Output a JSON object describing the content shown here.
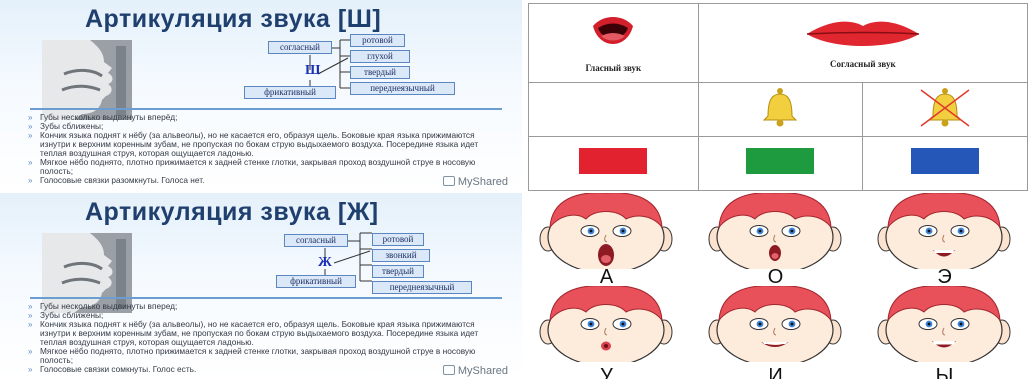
{
  "slides": [
    {
      "title": "Артикуляция звука [Ш]",
      "letter": "Ш",
      "left_boxes": [
        "согласный",
        "фрикативный"
      ],
      "right_boxes": [
        "ротовой",
        "глухой",
        "твердый",
        "переднеязычный"
      ],
      "bullets": [
        "Губы несколько выдвинуты вперёд;",
        "Зубы сближены;",
        "Кончик языка поднят к нёбу (за альвеолы), но не касается его, образуя щель. Боковые края языка прижимаются изнутри к верхним коренным зубам, не пропуская по бокам струю выдыхаемого воздуха. Посередине языка идет теплая воздушная струя, которая ощущается ладонью.",
        "Мягкое нёбо поднято, плотно прижимается к задней стенке глотки, закрывая проход воздушной струе в носовую полость;",
        "Голосовые связки разомкнуты. Голоса нет."
      ],
      "brand": "MyShared"
    },
    {
      "title": "Артикуляция звука [Ж]",
      "letter": "Ж",
      "left_boxes": [
        "согласный",
        "фрикативный"
      ],
      "right_boxes": [
        "ротовой",
        "звонкий",
        "твердый",
        "переднеязычный"
      ],
      "bullets": [
        "Губы несколько выдвинуты вперед;",
        "Зубы сближены;",
        "Кончик языка поднят к нёбу (за альвеолы), но не касается его, образуя щель. Боковые края языка прижимаются изнутри к верхним коренным зубам, не пропуская по бокам струю выдыхаемого воздуха. Посередине языка идет теплая воздушная струя, которая ощущается ладонью.",
        "Мягкое нёбо поднято, плотно прижимается к задней стенке глотки, закрывая проход воздушной струе в носовую полость;",
        "Голосовые связки сомкнуты. Голос есть."
      ],
      "brand": "MyShared"
    }
  ],
  "sound_table": {
    "vowel_label": "Гласный звук",
    "consonant_label": "Согласный звук",
    "colors": {
      "vowel": "#e2222e",
      "voiced": "#1e9b3e",
      "voiceless": "#2457b8"
    }
  },
  "faces": {
    "top_row": [
      "А",
      "О",
      "Э"
    ],
    "bottom_row": [
      "У",
      "И",
      "Ы"
    ],
    "hair_color": "#e8515a"
  }
}
